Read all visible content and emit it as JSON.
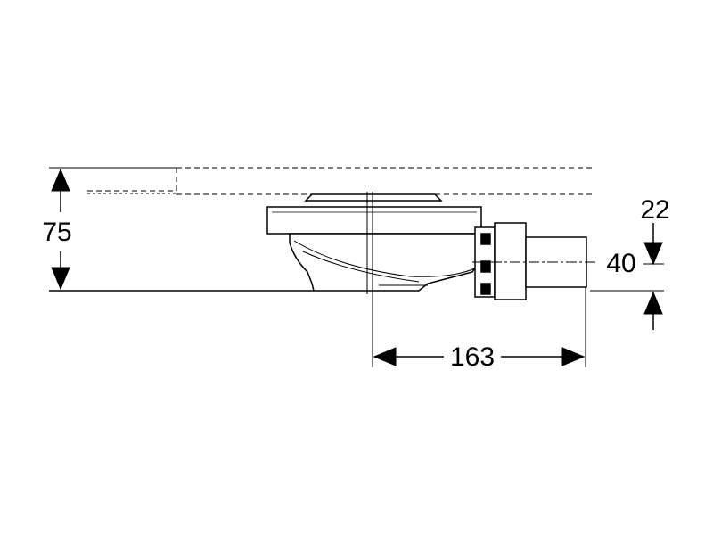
{
  "dimensions": {
    "height_total": "75",
    "offset_top": "22",
    "pipe_diameter": "40",
    "horizontal_length": "163"
  },
  "colors": {
    "line": "#000000",
    "background": "#ffffff"
  }
}
